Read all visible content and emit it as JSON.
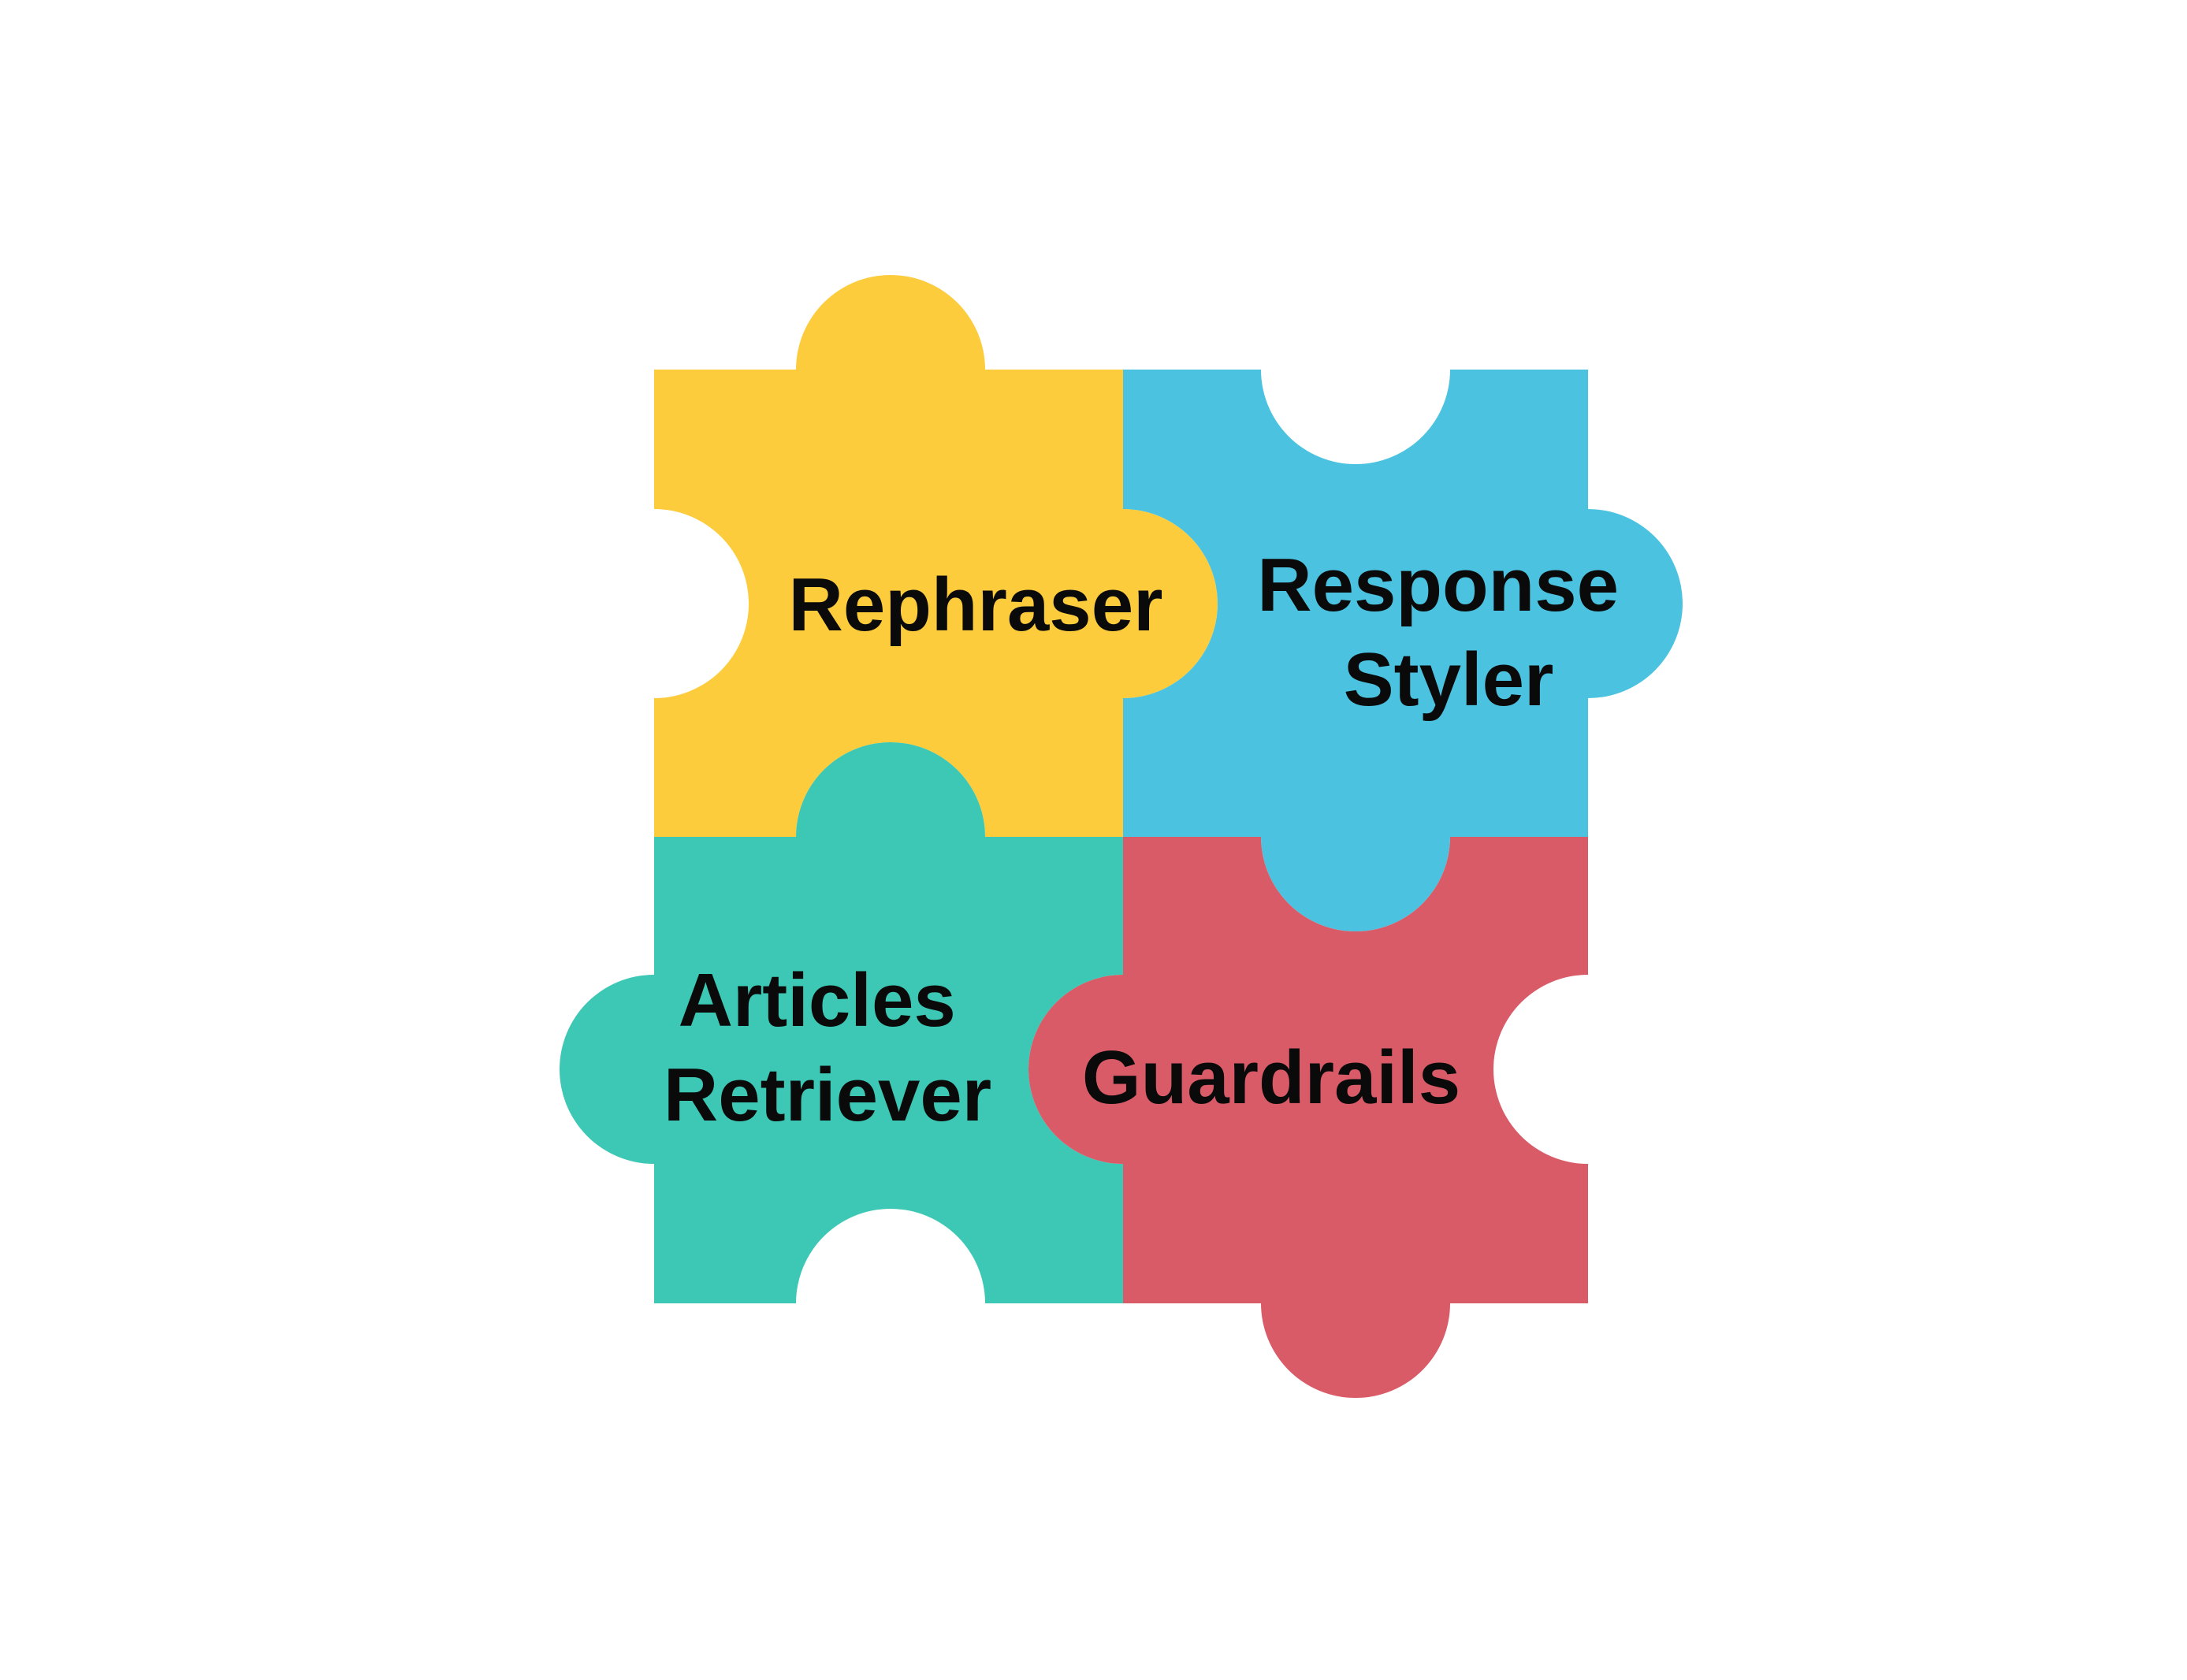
{
  "pieces": [
    {
      "id": "rephraser",
      "lines": [
        "Rephraser"
      ],
      "color": "#FDCC3C"
    },
    {
      "id": "response-styler",
      "lines": [
        "Response",
        "Styler"
      ],
      "color": "#4BC3E0"
    },
    {
      "id": "articles-retriever",
      "lines": [
        "Articles",
        "Retriever"
      ],
      "color": "#3CC8B4"
    },
    {
      "id": "guardrails",
      "lines": [
        "Guardrails"
      ],
      "color": "#DA5B68"
    }
  ]
}
